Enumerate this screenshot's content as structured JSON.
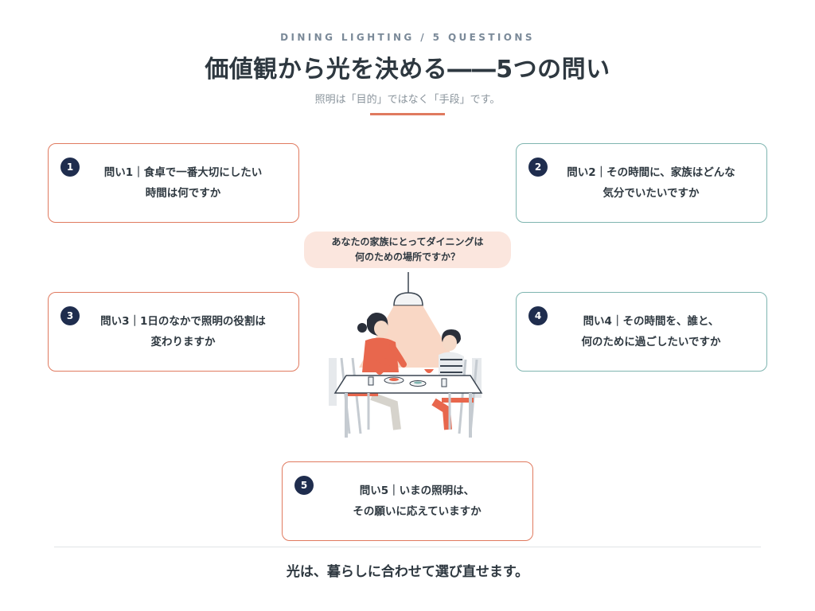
{
  "header": {
    "eyebrow": "DINING LIGHTING / 5 QUESTIONS",
    "title": "価値観から光を決める――5つの問い",
    "subtitle": "照明は「目的」ではなく「手段」です。"
  },
  "center": {
    "bubble_line1": "あなたの家族にとってダイニングは",
    "bubble_line2": "何のための場所ですか？"
  },
  "questions": [
    {
      "num": "1",
      "line1": "問い1｜食卓で一番大切にしたい",
      "line2": "時間は何ですか"
    },
    {
      "num": "2",
      "line1": "問い2｜その時間に、家族はどんな",
      "line2": "気分でいたいですか"
    },
    {
      "num": "3",
      "line1": "問い3｜1日のなかで照明の役割は",
      "line2": "変わりますか"
    },
    {
      "num": "4",
      "line1": "問い4｜その時間を、誰と、",
      "line2": "何のために過ごしたいですか"
    },
    {
      "num": "5",
      "line1": "問い5｜いまの照明は、",
      "line2": "その願いに応えていますか"
    }
  ],
  "footer": {
    "closing": "光は、暮らしに合わせて選び直せます。"
  },
  "colors": {
    "accent": "#e07a5f",
    "teal": "#7fb5b0",
    "badge": "#1f2d4e",
    "text": "#2e3840",
    "bubble_bg": "#fbe6de"
  }
}
